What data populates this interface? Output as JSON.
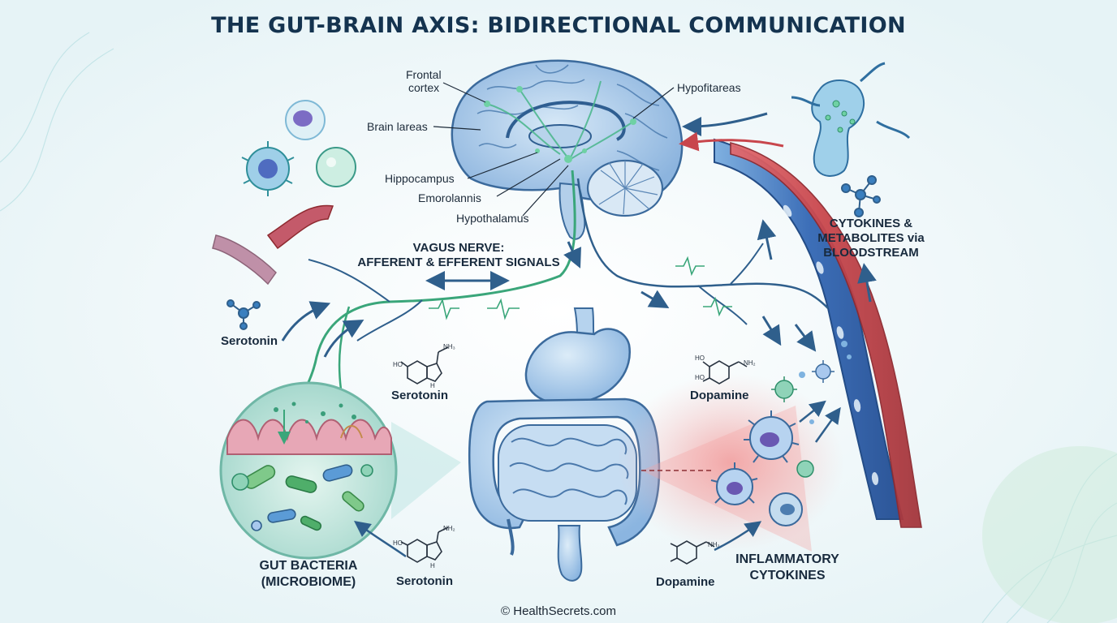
{
  "title": "THE GUT-BRAIN AXIS: BIDIRECTIONAL COMMUNICATION",
  "brain_labels": {
    "frontal_line1": "Frontal",
    "frontal_line2": "cortex",
    "brain_areas": "Brain lareas",
    "hippocampus": "Hippocampus",
    "emorolannis": "Emorolannis",
    "hypothalamus": "Hypothalamus",
    "hypofitareas": "Hypofitareas"
  },
  "vagus": {
    "line1": "VAGUS NERVE:",
    "line2": "AFFERENT & EFFERENT SIGNALS"
  },
  "bloodstream": {
    "line1": "CYTOKINES &",
    "line2": "METABOLITES via",
    "line3": "BLOODSTREAM"
  },
  "gut_bacteria": {
    "line1": "GUT BACTERIA",
    "line2": "(MICROBIOME)"
  },
  "inflammatory": {
    "line1": "INFLAMMATORY",
    "line2": "CYTOKINES"
  },
  "molecules": {
    "serotonin_left": "Serotonin",
    "serotonin_mid": "Serotonin",
    "serotonin_bottom": "Serotonin",
    "dopamine_right": "Dopamine",
    "dopamine_bottom": "Dopamine"
  },
  "chem": {
    "ho": "HO",
    "nh2": "NH₂",
    "nh3": "NH₃",
    "h": "H"
  },
  "footer": "© HealthSecrets.com",
  "colors": {
    "nerve": "#4fb890",
    "artery": "#c8464c",
    "vein": "#3d6fb8",
    "organ": "#a9cbe8",
    "title": "#14334f"
  }
}
